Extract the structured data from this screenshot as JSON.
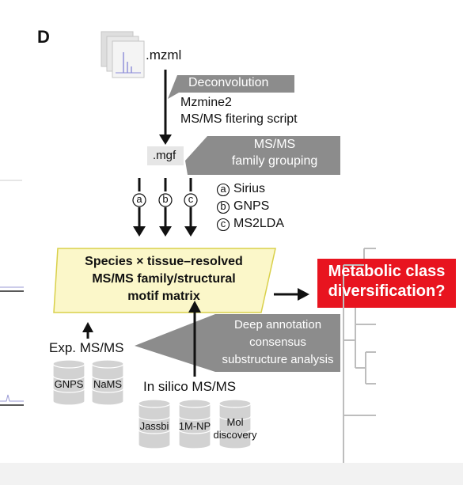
{
  "panel_label": "D",
  "files": {
    "mzml": ".mzml",
    "mgf": ".mgf"
  },
  "steps": {
    "deconvolution": "Deconvolution",
    "tool1": "Mzmine2",
    "tool2": "MS/MS fitering script",
    "family_grouping_line1": "MS/MS",
    "family_grouping_line2": "family grouping"
  },
  "methods": [
    {
      "marker": "a",
      "name": "Sirius"
    },
    {
      "marker": "b",
      "name": "GNPS"
    },
    {
      "marker": "c",
      "name": "MS2LDA"
    }
  ],
  "matrix_box": {
    "line1": "Species × tissue–resolved",
    "line2": "MS/MS family/structural",
    "line3": "motif matrix"
  },
  "result_box": {
    "line1": "Metabolic class",
    "line2": "diversification?"
  },
  "experimental": {
    "label": "Exp. MS/MS",
    "databases": [
      "GNPS",
      "NaMS"
    ]
  },
  "annotation": {
    "line1": "Deep annotation",
    "line2": "consensus",
    "line3": "substructure analysis"
  },
  "in_silico": {
    "label": "In silico MS/MS",
    "databases": [
      "Jassbi",
      "1M-NP",
      "Mol",
      "discovery"
    ]
  },
  "colors": {
    "matrix_fill": "#fbf7c9",
    "matrix_border": "#d9d04a",
    "result_fill": "#e8141f",
    "callout_gray": "#8c8c8c",
    "cylinder_gray": "#d2d2d2",
    "tree_gray": "#bdbdbd"
  }
}
